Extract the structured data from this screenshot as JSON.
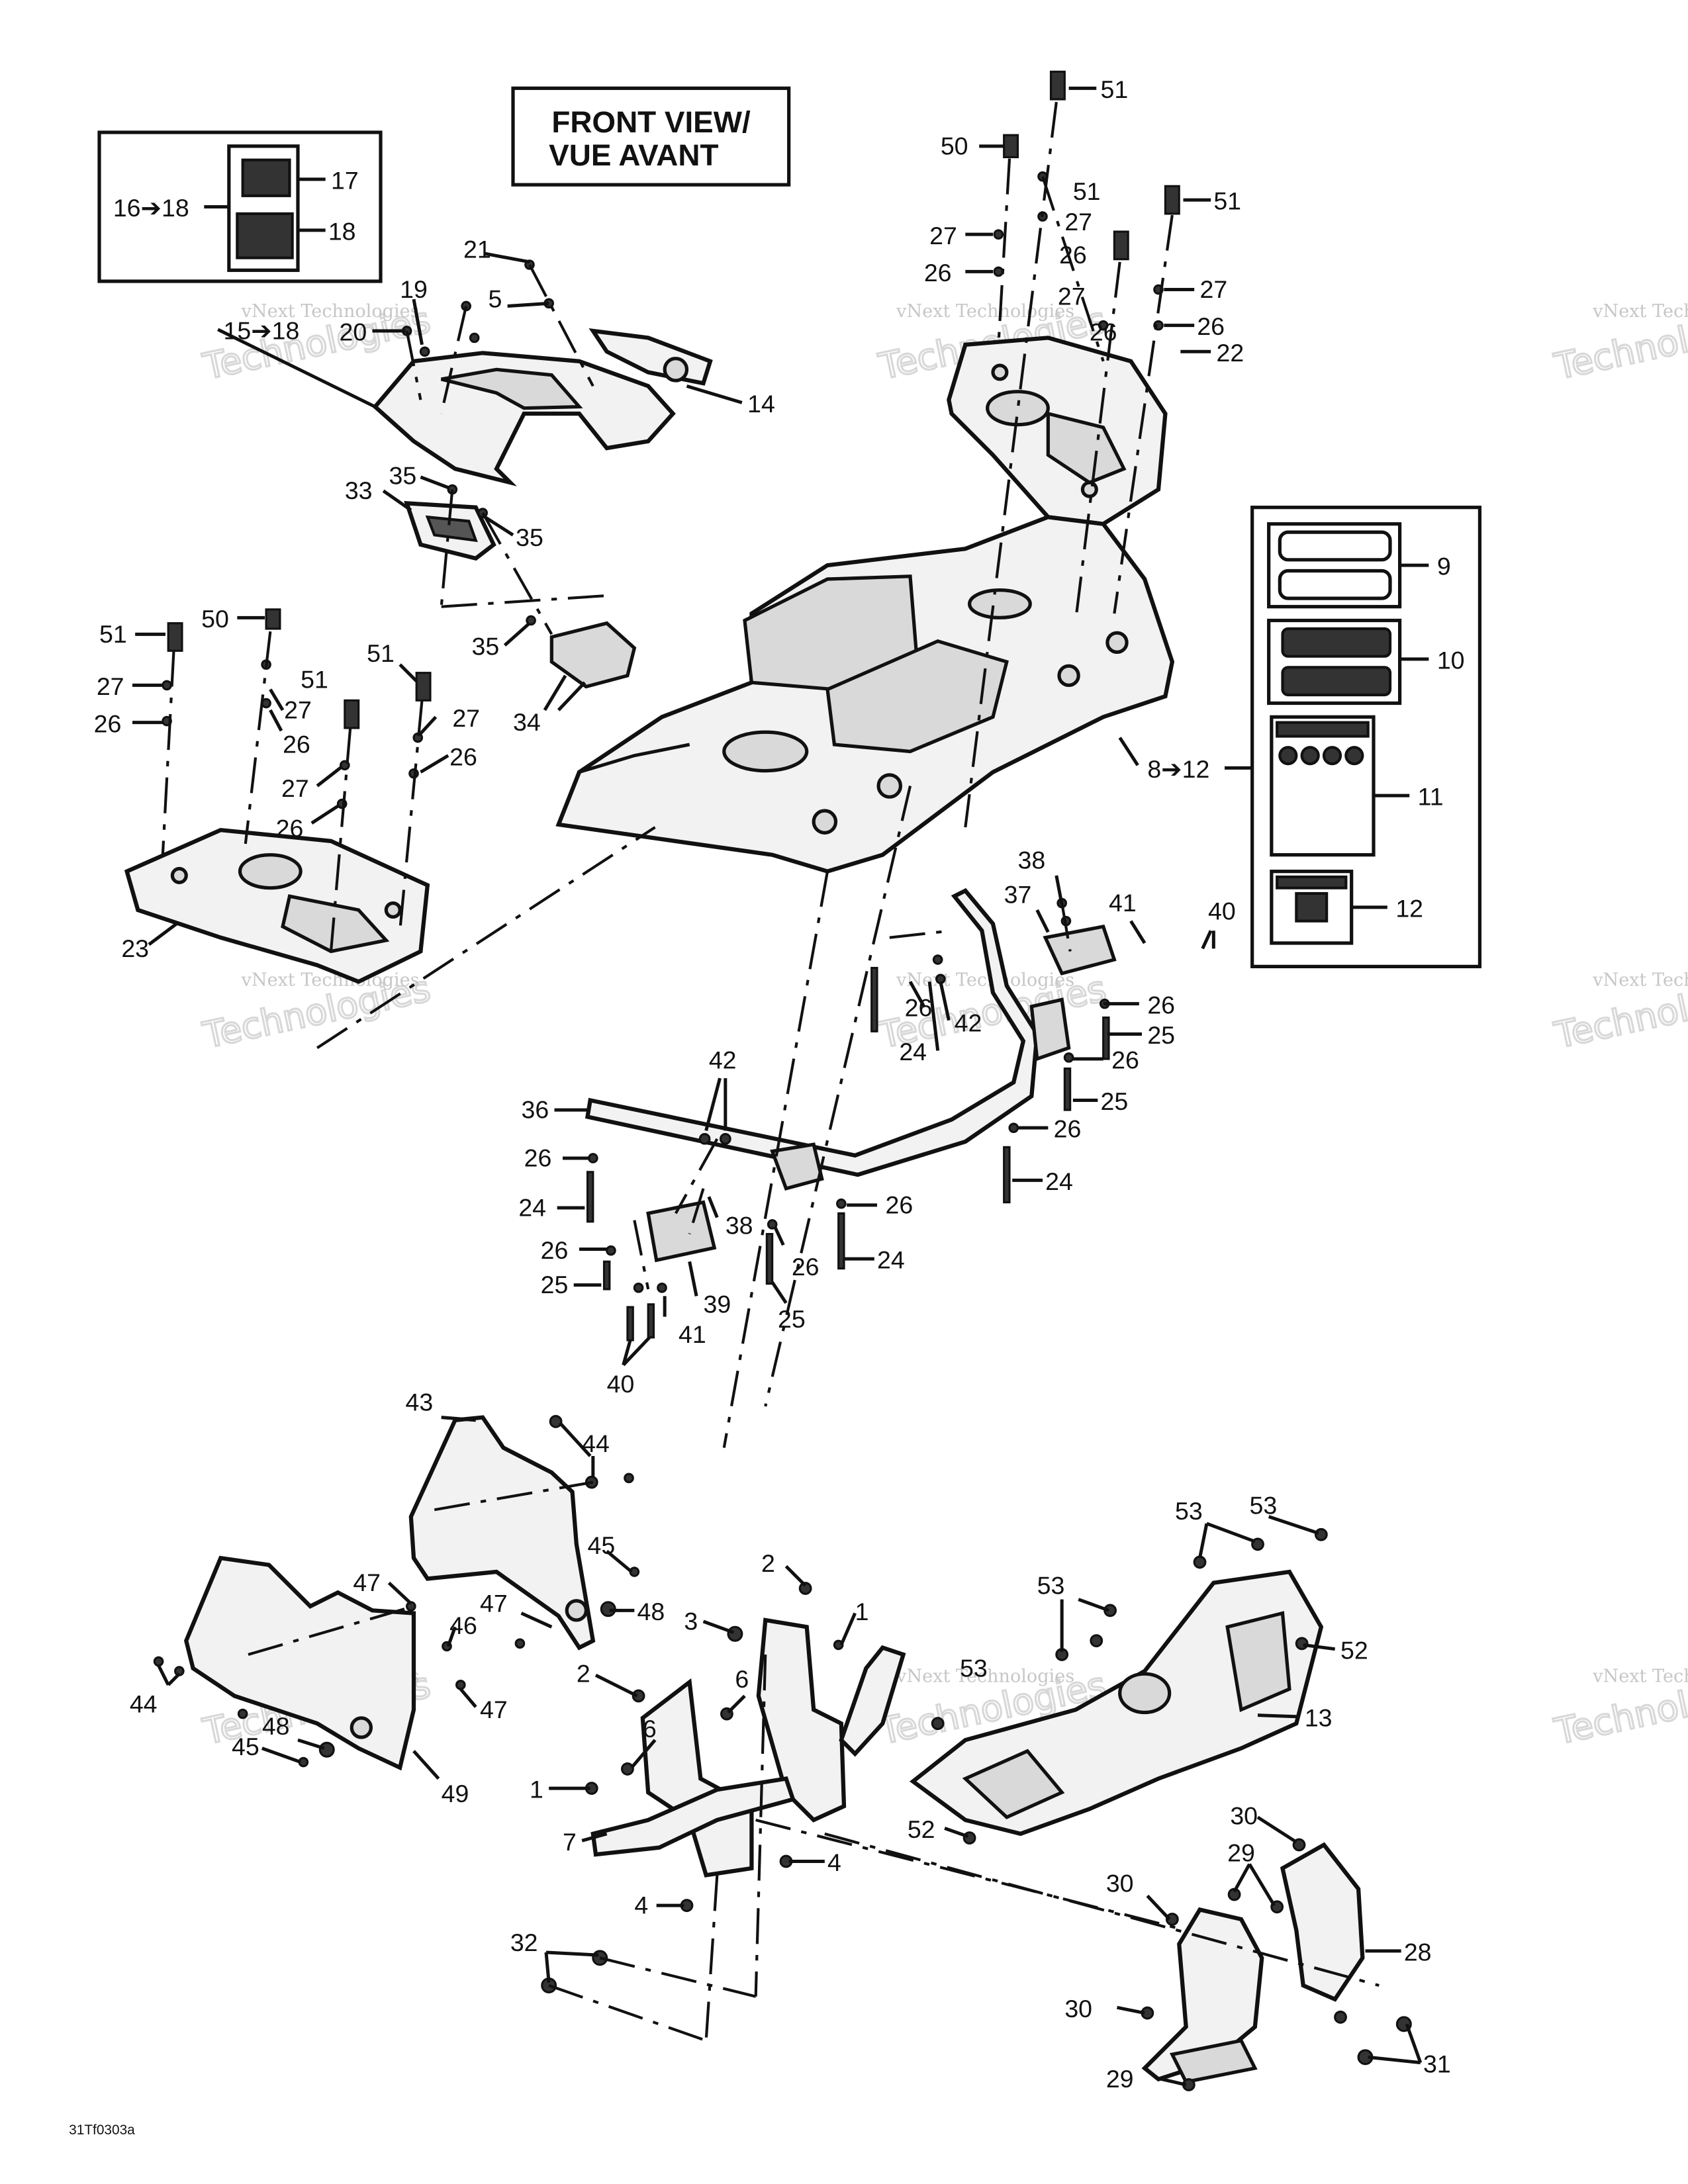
{
  "title_box": {
    "line1": "FRONT VIEW/",
    "line2": "VUE AVANT"
  },
  "diagram_code": "31Tf0303a",
  "watermark": {
    "line1": "vNext",
    "line2": "Technologies",
    "small": "vNext Technologies"
  },
  "callouts": {
    "c1a": "1",
    "c1b": "1",
    "c2a": "2",
    "c2b": "2",
    "c3": "3",
    "c4a": "4",
    "c4b": "4",
    "c5": "5",
    "c6a": "6",
    "c6b": "6",
    "c7": "7",
    "c8_12": "8➔12",
    "c9": "9",
    "c10": "10",
    "c11": "11",
    "c12": "12",
    "c13": "13",
    "c14": "14",
    "c15_18": "15➔18",
    "c16_18": "16➔18",
    "c17": "17",
    "c18": "18",
    "c19": "19",
    "c20": "20",
    "c21": "21",
    "c22": "22",
    "c23": "23",
    "c24a": "24",
    "c24b": "24",
    "c24c": "24",
    "c24d": "24",
    "c25a": "25",
    "c25b": "25",
    "c25c": "25",
    "c25d": "25",
    "c26a": "26",
    "c26b": "26",
    "c26c": "26",
    "c26d": "26",
    "c26e": "26",
    "c26f": "26",
    "c26g": "26",
    "c26h": "26",
    "c26i": "26",
    "c26j": "26",
    "c26k": "26",
    "c26l": "26",
    "c26m": "26",
    "c26n": "26",
    "c27a": "27",
    "c27b": "27",
    "c27c": "27",
    "c27d": "27",
    "c27e": "27",
    "c27f": "27",
    "c27g": "27",
    "c27h": "27",
    "c28": "28",
    "c29a": "29",
    "c29b": "29",
    "c30a": "30",
    "c30b": "30",
    "c30c": "30",
    "c31": "31",
    "c32": "32",
    "c33": "33",
    "c34": "34",
    "c35a": "35",
    "c35b": "35",
    "c35c": "35",
    "c36": "36",
    "c37": "37",
    "c38a": "38",
    "c38b": "38",
    "c39": "39",
    "c40a": "40",
    "c40b": "40",
    "c41a": "41",
    "c41b": "41",
    "c42a": "42",
    "c42b": "42",
    "c43": "43",
    "c44a": "44",
    "c44b": "44",
    "c45a": "45",
    "c45b": "45",
    "c46": "46",
    "c47a": "47",
    "c47b": "47",
    "c47c": "47",
    "c48a": "48",
    "c48b": "48",
    "c49": "49",
    "c50a": "50",
    "c50b": "50",
    "c51a": "51",
    "c51b": "51",
    "c51c": "51",
    "c51d": "51",
    "c51e": "51",
    "c51f": "51",
    "c52a": "52",
    "c52b": "52",
    "c53a": "53",
    "c53b": "53",
    "c53c": "53",
    "c53d": "53"
  }
}
